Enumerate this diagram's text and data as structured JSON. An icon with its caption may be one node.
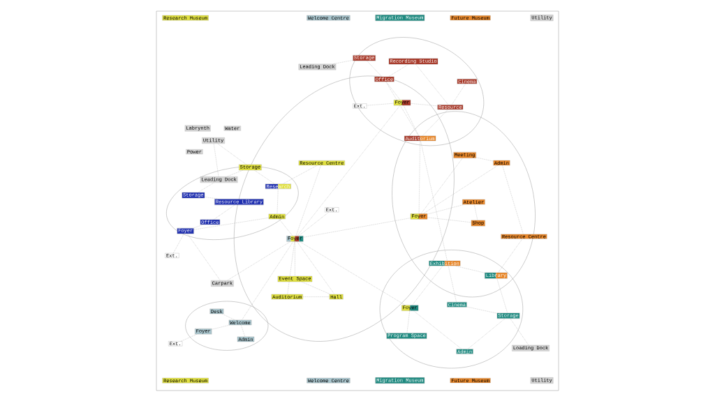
{
  "diagram": {
    "nodes": [
      {
        "text": [
          "Leading Dock"
        ]
      },
      {
        "text": [
          "Storage"
        ]
      },
      {
        "text": [
          "Recording Studio"
        ]
      },
      {
        "text": [
          "Office"
        ]
      },
      {
        "text": [
          "Cinema"
        ]
      },
      {
        "text": [
          "Ext."
        ]
      },
      {
        "text": [
          "Foyer"
        ]
      },
      {
        "text": [
          "Resource"
        ]
      },
      {
        "text": [
          "Auditorium"
        ]
      },
      {
        "text": [
          "Meeting"
        ]
      },
      {
        "text": [
          "Admin"
        ]
      },
      {
        "text": [
          "Atelier"
        ]
      },
      {
        "text": [
          "Foyer"
        ]
      },
      {
        "text": [
          "Shop"
        ]
      },
      {
        "text": [
          "Resource Centre"
        ]
      },
      {
        "text": [
          "Exhibition"
        ]
      },
      {
        "text": [
          "Library"
        ]
      },
      {
        "text": [
          "Foyer"
        ]
      },
      {
        "text": [
          "Cinema"
        ]
      },
      {
        "text": [
          "Storage"
        ]
      },
      {
        "text": [
          "Program Space"
        ]
      },
      {
        "text": [
          "Admin"
        ]
      },
      {
        "text": [
          "Loading Dock"
        ]
      },
      {
        "text": [
          "Labrynth"
        ]
      },
      {
        "text": [
          "Water"
        ]
      },
      {
        "text": [
          "Utility"
        ]
      },
      {
        "text": [
          "Power"
        ]
      },
      {
        "text": [
          "Storage"
        ]
      },
      {
        "text": [
          "Resource Centre"
        ]
      },
      {
        "text": [
          "Leading Dock"
        ]
      },
      {
        "text": [
          "Research"
        ]
      },
      {
        "text": [
          "Storage"
        ]
      },
      {
        "text": [
          "Resource Library"
        ]
      },
      {
        "text": [
          "Ext."
        ]
      },
      {
        "text": [
          "Admin"
        ]
      },
      {
        "text": [
          "Office"
        ]
      },
      {
        "text": [
          "Foyer"
        ]
      },
      {
        "text": [
          "Foyer"
        ]
      },
      {
        "text": [
          "Ext."
        ]
      },
      {
        "text": [
          "Carpark"
        ]
      },
      {
        "text": [
          "Event Space"
        ]
      },
      {
        "text": [
          "Auditorium"
        ]
      },
      {
        "text": [
          "Hall"
        ]
      },
      {
        "text": [
          "Desk"
        ]
      },
      {
        "text": [
          "Welcome"
        ]
      },
      {
        "text": [
          "Foyer"
        ]
      },
      {
        "text": [
          "Admin"
        ]
      },
      {
        "text": [
          "Ext."
        ]
      }
    ],
    "edges": [
      {
        "from": 0,
        "to": 1,
        "arrow": "none"
      },
      {
        "from": 1,
        "to": 3,
        "arrow": "none"
      },
      {
        "from": 2,
        "to": 3,
        "arrow": "none"
      },
      {
        "from": 3,
        "to": 6,
        "arrow": "none"
      },
      {
        "from": 3,
        "to": 8,
        "arrow": "none"
      },
      {
        "from": 2,
        "to": 7,
        "arrow": "none"
      },
      {
        "from": 4,
        "to": 7,
        "arrow": "none"
      },
      {
        "from": 5,
        "to": 6,
        "arrow": "none"
      },
      {
        "from": 6,
        "to": 7,
        "arrow": "none"
      },
      {
        "from": 6,
        "to": 8,
        "arrow": "none"
      },
      {
        "from": 7,
        "to": 8,
        "arrow": "none"
      },
      {
        "from": 6,
        "to": 37,
        "arrow": "none"
      },
      {
        "from": 8,
        "to": 12,
        "arrow": "none"
      },
      {
        "from": 8,
        "to": 18,
        "arrow": "none"
      },
      {
        "from": 9,
        "to": 10,
        "arrow": "none"
      },
      {
        "from": 9,
        "to": 12,
        "arrow": "none"
      },
      {
        "from": 10,
        "to": 12,
        "arrow": "none"
      },
      {
        "from": 11,
        "to": 12,
        "arrow": "none"
      },
      {
        "from": 13,
        "to": 12,
        "arrow": "none"
      },
      {
        "from": 11,
        "to": 13,
        "arrow": "none"
      },
      {
        "from": 10,
        "to": 14,
        "arrow": "none"
      },
      {
        "from": 14,
        "to": 16,
        "arrow": "none"
      },
      {
        "from": 16,
        "to": 15,
        "arrow": "none"
      },
      {
        "from": 16,
        "to": 19,
        "arrow": "none"
      },
      {
        "from": 15,
        "to": 17,
        "arrow": "none"
      },
      {
        "from": 17,
        "to": 20,
        "arrow": "none"
      },
      {
        "from": 17,
        "to": 21,
        "arrow": "none"
      },
      {
        "from": 18,
        "to": 19,
        "arrow": "none"
      },
      {
        "from": 19,
        "to": 21,
        "arrow": "none"
      },
      {
        "from": 19,
        "to": 22,
        "arrow": "none"
      },
      {
        "from": 37,
        "to": 12,
        "arrow": "none"
      },
      {
        "from": 37,
        "to": 17,
        "arrow": "none"
      },
      {
        "from": 27,
        "to": 25,
        "arrow": "none"
      },
      {
        "from": 25,
        "to": 29,
        "arrow": "none"
      },
      {
        "from": 27,
        "to": 30,
        "arrow": "none"
      },
      {
        "from": 27,
        "to": 29,
        "arrow": "none"
      },
      {
        "from": 28,
        "to": 30,
        "arrow": "none"
      },
      {
        "from": 28,
        "to": 37,
        "arrow": "none"
      },
      {
        "from": 30,
        "to": 34,
        "arrow": "none"
      },
      {
        "from": 34,
        "to": 37,
        "arrow": "none"
      },
      {
        "from": 33,
        "to": 37,
        "arrow": "none"
      },
      {
        "from": 31,
        "to": 32,
        "arrow": "none"
      },
      {
        "from": 32,
        "to": 35,
        "arrow": "none"
      },
      {
        "from": 35,
        "to": 36,
        "arrow": "none"
      },
      {
        "from": 34,
        "to": 36,
        "arrow": "none"
      },
      {
        "from": 36,
        "to": 38,
        "arrow": "none"
      },
      {
        "from": 36,
        "to": 39,
        "arrow": "none"
      },
      {
        "from": 29,
        "to": 31,
        "arrow": "none"
      },
      {
        "from": 37,
        "to": 40,
        "arrow": "none"
      },
      {
        "from": 37,
        "to": 41,
        "arrow": "none"
      },
      {
        "from": 37,
        "to": 42,
        "arrow": "none"
      },
      {
        "from": 37,
        "to": 39,
        "arrow": "none"
      },
      {
        "from": 37,
        "to": 44,
        "arrow": "none"
      },
      {
        "from": 40,
        "to": 42,
        "arrow": "none"
      },
      {
        "from": 41,
        "to": 42,
        "arrow": "none"
      },
      {
        "from": 43,
        "to": 44,
        "arrow": "none"
      },
      {
        "from": 44,
        "to": 45,
        "arrow": "none"
      },
      {
        "from": 44,
        "to": 46,
        "arrow": "none"
      },
      {
        "from": 45,
        "to": 47,
        "arrow": "none"
      }
    ],
    "legend": [
      {
        "text": "Research Museum",
        "color": "#e0e040"
      },
      {
        "text": "Welcome Centre",
        "color": "#a8c4cc"
      },
      {
        "text": "Migration Museum",
        "color": "#1f8a80"
      },
      {
        "text": "Future Museum",
        "color": "#e8872a"
      },
      {
        "text": "Utility",
        "color": "#d3d3d3"
      },
      {
        "text": "Research Museum",
        "color": "#e0e040"
      },
      {
        "text": "Welcome Centre",
        "color": "#a8c4cc"
      },
      {
        "text": "Migration Museum",
        "color": "#1f8a80"
      },
      {
        "text": "Future Museum",
        "color": "#e8872a"
      },
      {
        "text": "Utility",
        "color": "#d3d3d3"
      }
    ]
  }
}
